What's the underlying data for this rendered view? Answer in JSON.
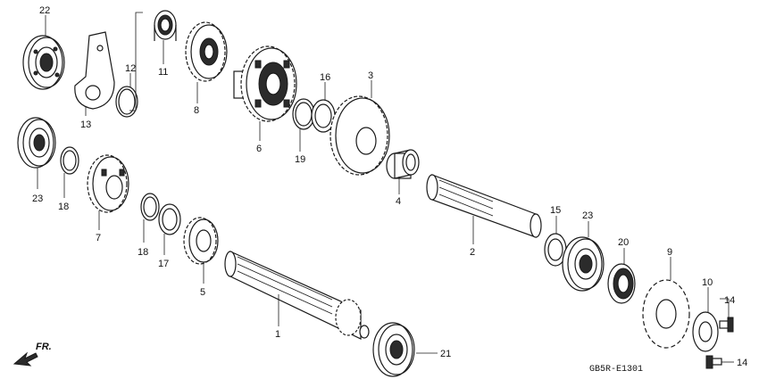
{
  "diagram": {
    "labels": {
      "p1": "1",
      "p2": "2",
      "p3": "3",
      "p4": "4",
      "p5": "5",
      "p6": "6",
      "p7": "7",
      "p8": "8",
      "p9": "9",
      "p10": "10",
      "p11": "11",
      "p12": "12",
      "p13": "13",
      "p14a": "14",
      "p14b": "14",
      "p15": "15",
      "p16": "16",
      "p17": "17",
      "p18a": "18",
      "p18b": "18",
      "p19": "19",
      "p20": "20",
      "p21": "21",
      "p22": "22",
      "p23a": "23",
      "p23b": "23"
    },
    "direction": "FR.",
    "code": "GB5R-E1301"
  }
}
